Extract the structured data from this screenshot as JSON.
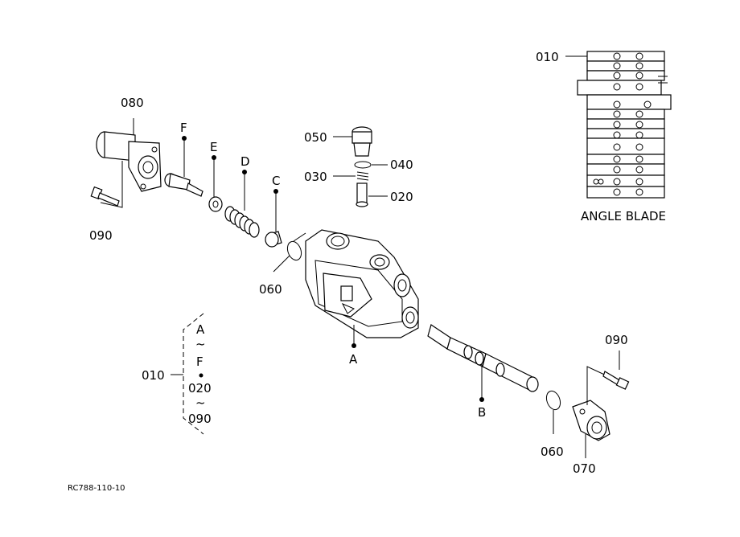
{
  "labels": {
    "p080": "080",
    "p090_top": "090",
    "pF": "F",
    "pE": "E",
    "pD": "D",
    "pC": "C",
    "p060_left": "060",
    "p050": "050",
    "p040": "040",
    "p030": "030",
    "p020": "020",
    "pA": "A",
    "pB": "B",
    "p060_right": "060",
    "p070": "070",
    "p090_right": "090",
    "p010_inset": "010",
    "inset_caption": "ANGLE BLADE",
    "legend_010": "010",
    "legend_A": "A",
    "legend_tilde1": "~",
    "legend_F": "F",
    "legend_020": "020",
    "legend_tilde2": "~",
    "legend_090": "090",
    "ref_code": "RC788-110-10"
  }
}
